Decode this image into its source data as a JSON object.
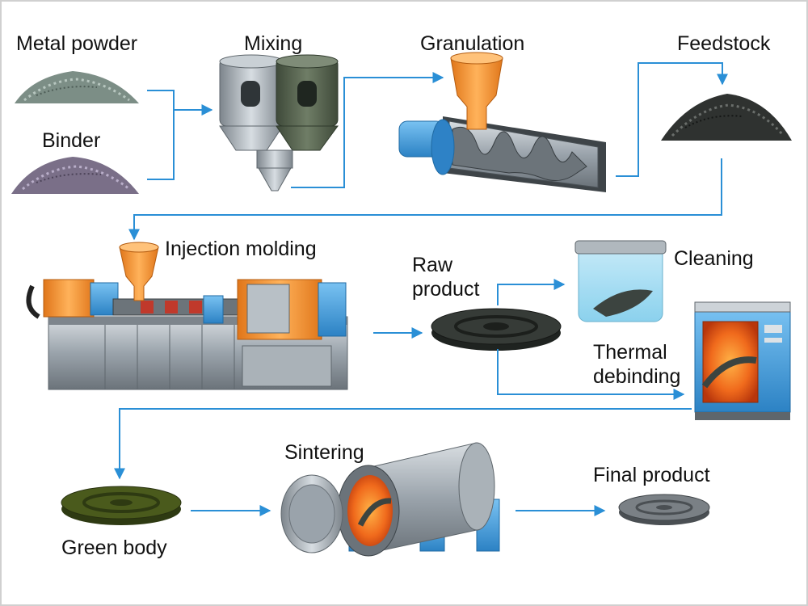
{
  "labels": {
    "metal_powder": "Metal powder",
    "binder": "Binder",
    "mixing": "Mixing",
    "granulation": "Granulation",
    "feedstock": "Feedstock",
    "injection_molding": "Injection molding",
    "raw_product_line1": "Raw",
    "raw_product_line2": "product",
    "cleaning": "Cleaning",
    "thermal_line1": "Thermal",
    "thermal_line2": "debinding",
    "sintering": "Sintering",
    "green_body": "Green body",
    "final_product": "Final product"
  },
  "colors": {
    "arrow": "#2a8fd6",
    "orange": "#f28a1e",
    "blue": "#3b9ee0",
    "steel": "#9aa3ab",
    "dark_part": "#2e3330",
    "green_body": "#4a5a1c",
    "frame": "#d0d0d0"
  },
  "icons": [
    "powder-pile-icon",
    "hopper-icon",
    "screw-extruder-icon",
    "injection-machine-icon",
    "jar-icon",
    "oven-icon",
    "furnace-icon",
    "gear-disc-icon"
  ]
}
